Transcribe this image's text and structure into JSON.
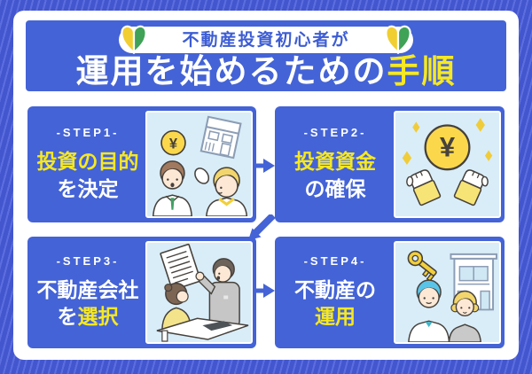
{
  "header": {
    "pill_label": "不動産投資初心者が",
    "title_main": "運用を始めるための",
    "title_accent": "手順"
  },
  "steps": [
    {
      "label": "-STEP1-",
      "line1": [
        {
          "t": "投資の目的"
        }
      ],
      "line2": [
        {
          "t": "を決定"
        }
      ]
    },
    {
      "label": "-STEP2-",
      "line1": [
        {
          "t": "投資資金"
        }
      ],
      "line2": [
        {
          "t": "の確保"
        }
      ]
    },
    {
      "label": "-STEP3-",
      "line1": [
        {
          "t": "不動産会社"
        }
      ],
      "line2": [
        {
          "t": "を"
        },
        {
          "t": "選択"
        }
      ]
    },
    {
      "label": "-STEP4-",
      "line1": [
        {
          "t": "不動産の"
        }
      ],
      "line2": [
        {
          "t": "運用"
        }
      ]
    }
  ],
  "icons": {
    "beginner_mark": "beginner-mark-icon",
    "yen_coin": "yen-coin-icon",
    "arrow_right": "arrow-right-icon",
    "arrow_down_left": "arrow-down-left-icon"
  },
  "colors": {
    "primary_blue": "#4463D6",
    "accent_yellow": "#F6E822",
    "stripe_light": "#5C6EDF",
    "stripe_dark": "#4356CE",
    "illustration_bg": "#D9EDF8",
    "coin_yellow": "#FBD84B",
    "mark_green": "#3FA257",
    "mark_yellow": "#F1CE32"
  }
}
